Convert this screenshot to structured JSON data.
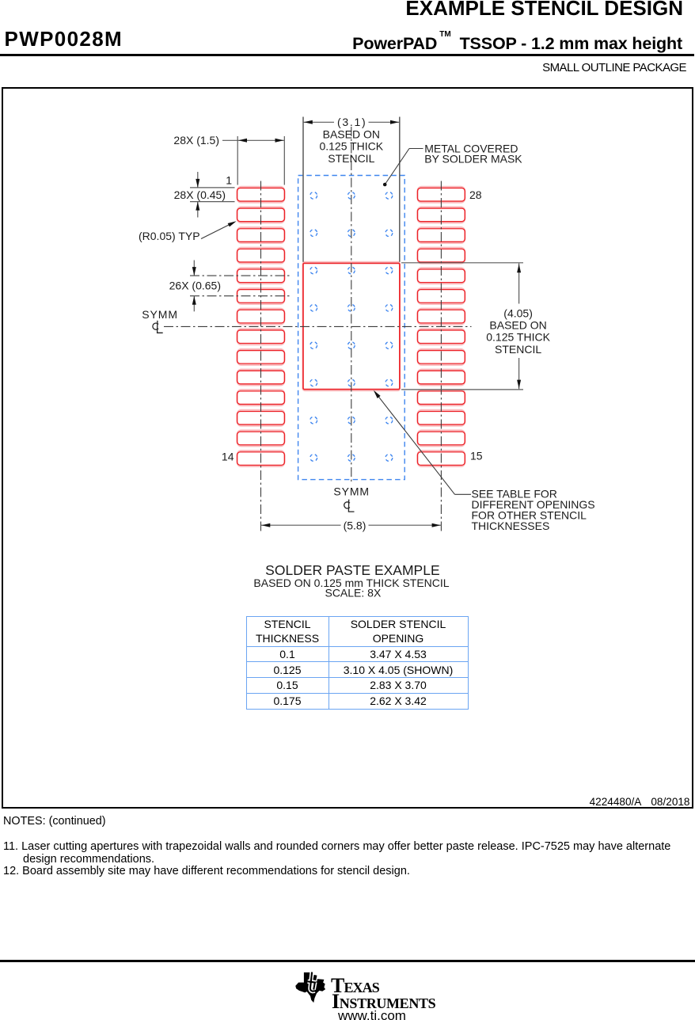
{
  "header": {
    "title": "EXAMPLE STENCIL DESIGN",
    "part_number": "PWP0028M",
    "subtitle_brand": "PowerPAD",
    "subtitle_tm": "TM",
    "subtitle_rest": "TSSOP - 1.2 mm max height",
    "package_type": "SMALL OUTLINE PACKAGE"
  },
  "drawing": {
    "dim_pad_width": "28X (1.5)",
    "dim_pad_height": "28X (0.45)",
    "corner_radius": "(R0.05) TYP",
    "dim_pitch": "26X (0.65)",
    "symm": "SYMM",
    "centerline_symbol": "℄",
    "pin1": "1",
    "pin14": "14",
    "pin15": "15",
    "pin28": "28",
    "dim_opening_width": "(3.1)",
    "dim_opening_width_note": [
      "BASED ON",
      "0.125 THICK",
      "STENCIL"
    ],
    "callout_mask": [
      "METAL COVERED",
      "BY SOLDER MASK"
    ],
    "dim_opening_height": "(4.05)",
    "dim_opening_height_note": [
      "BASED ON",
      "0.125 THICK",
      "STENCIL"
    ],
    "dim_span": "(5.8)",
    "callout_table": [
      "SEE TABLE FOR",
      "DIFFERENT OPENINGS",
      "FOR OTHER STENCIL",
      "THICKNESSES"
    ],
    "caption_title": "SOLDER PASTE EXAMPLE",
    "caption_sub1": "BASED ON 0.125 mm THICK STENCIL",
    "caption_sub2": "SCALE: 8X",
    "doc_number": "4224480/A",
    "doc_date": "08/2018"
  },
  "stencil_table": {
    "headers": [
      [
        "STENCIL",
        "THICKNESS"
      ],
      [
        "SOLDER STENCIL",
        "OPENING"
      ]
    ],
    "rows": [
      [
        "0.1",
        "3.47 X 4.53"
      ],
      [
        "0.125",
        "3.10 X 4.05 (SHOWN)"
      ],
      [
        "0.15",
        "2.83 X 3.70"
      ],
      [
        "0.175",
        "2.62 X 3.42"
      ]
    ]
  },
  "notes": {
    "heading": "NOTES: (continued)",
    "item11_line1": "11. Laser cutting apertures with trapezoidal walls and rounded corners may offer better paste release. IPC-7525 may have alternate",
    "item11_line2": "design recommendations.",
    "item12": "12. Board assembly site may have different recommendations for stencil design."
  },
  "footer": {
    "brand_line1": "Texas",
    "brand_line2": "Instruments",
    "website": "www.ti.com"
  },
  "colors": {
    "red": "#ec2127",
    "blue": "#3f86ef",
    "table_border": "#6ba5f2",
    "line": "#555555"
  }
}
